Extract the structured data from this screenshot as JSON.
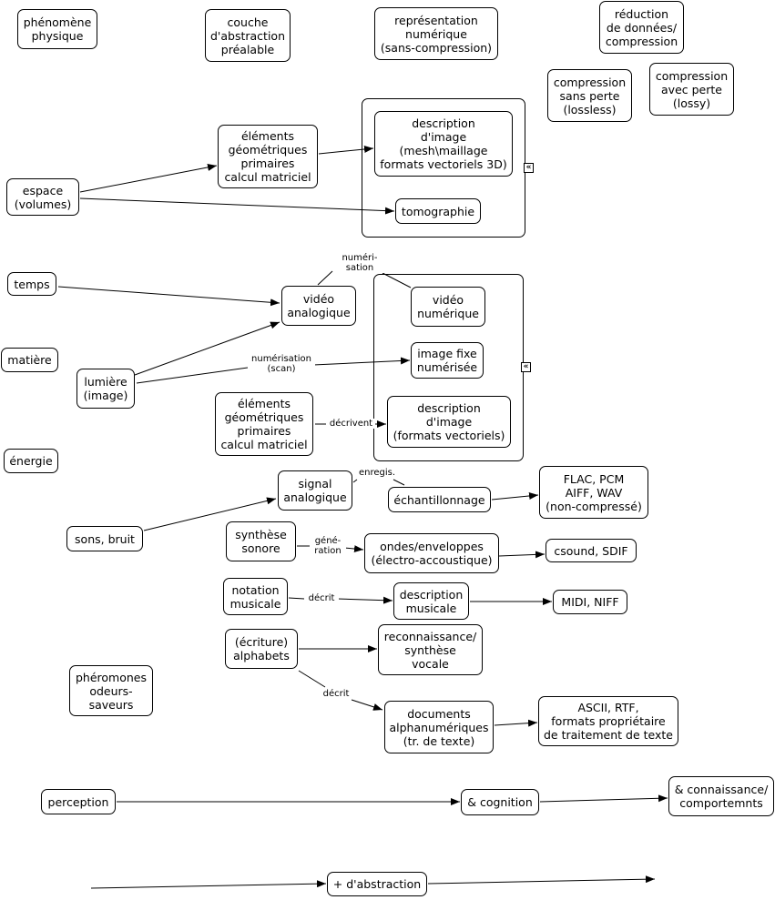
{
  "nodes": {
    "phenomene": "phénomène\nphysique",
    "couche": "couche\nd'abstraction\npréalable",
    "representation": "représentation\nnumérique\n(sans-compression)",
    "reduction": "réduction\nde données/\ncompression",
    "lossless": "compression\nsans perte\n(lossless)",
    "lossy": "compression\navec perte\n(lossy)",
    "espace": "espace\n(volumes)",
    "geom1": "éléments\ngéométriques\nprimaires\ncalcul matriciel",
    "desc_image_3d": "description\nd'image\n(mesh\\maillage\nformats vectoriels 3D)",
    "tomographie": "tomographie",
    "temps": "temps",
    "video_analogique": "vidéo\nanalogique",
    "video_numerique": "vidéo\nnumérique",
    "matiere": "matière",
    "lumiere": "lumière\n(image)",
    "image_fixe": "image fixe\nnumérisée",
    "geom2": "éléments\ngéométriques\nprimaires\ncalcul matriciel",
    "desc_image_vect": "description\nd'image\n(formats vectoriels)",
    "energie": "énergie",
    "signal_analogique": "signal\nanalogique",
    "echantillonnage": "échantillonnage",
    "flac": "FLAC, PCM\nAIFF, WAV\n(non-compressé)",
    "sons": "sons, bruit",
    "synthese_sonore": "synthèse\nsonore",
    "ondes": "ondes/enveloppes\n(électro-accoustique)",
    "csound": "csound, SDIF",
    "notation": "notation\nmusicale",
    "desc_musicale": "description\nmusicale",
    "midi": "MIDI, NIFF",
    "ecriture": "(écriture)\nalphabets",
    "reconnaissance": "reconnaissance/\nsynthèse\nvocale",
    "pheromones": "phéromones\nodeurs-\nsaveurs",
    "documents": "documents\nalphanumériques\n(tr. de texte)",
    "ascii": "ASCII, RTF,\nformats propriétaire\nde traitement de texte",
    "perception": "perception",
    "cognition": "& cognition",
    "connaissance": "& connaissance/\ncomportemnts",
    "abstraction": "+ d'abstraction"
  },
  "edge_labels": {
    "numerisation_video": "numéri-\nsation",
    "numerisation_scan": "numérisation\n(scan)",
    "decrivent": "décrivent",
    "enregis": "enregis.",
    "generation": "géné-\nration",
    "decrit_notation": "décrit",
    "decrit_ecriture": "décrit"
  },
  "icons": {
    "collapse": "«"
  }
}
